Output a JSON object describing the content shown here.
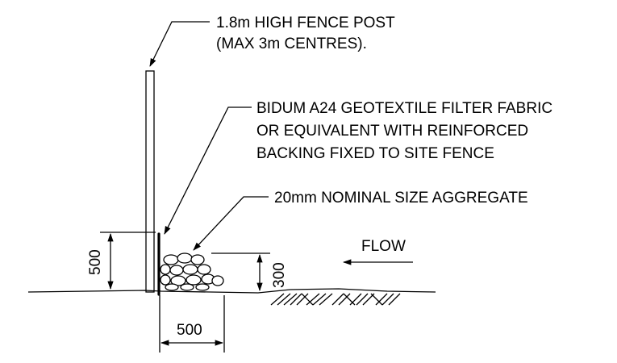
{
  "labels": {
    "post_line1": "1.8m HIGH FENCE POST",
    "post_line2": "(MAX 3m CENTRES).",
    "fabric_line1": "BIDUM A24 GEOTEXTILE FILTER FABRIC",
    "fabric_line2": "OR EQUIVALENT WITH REINFORCED",
    "fabric_line3": "BACKING FIXED TO SITE FENCE",
    "aggregate": "20mm NOMINAL SIZE AGGREGATE",
    "flow": "FLOW"
  },
  "dimensions": {
    "fabric_height": "500",
    "aggregate_height": "300",
    "aggregate_width": "500"
  }
}
